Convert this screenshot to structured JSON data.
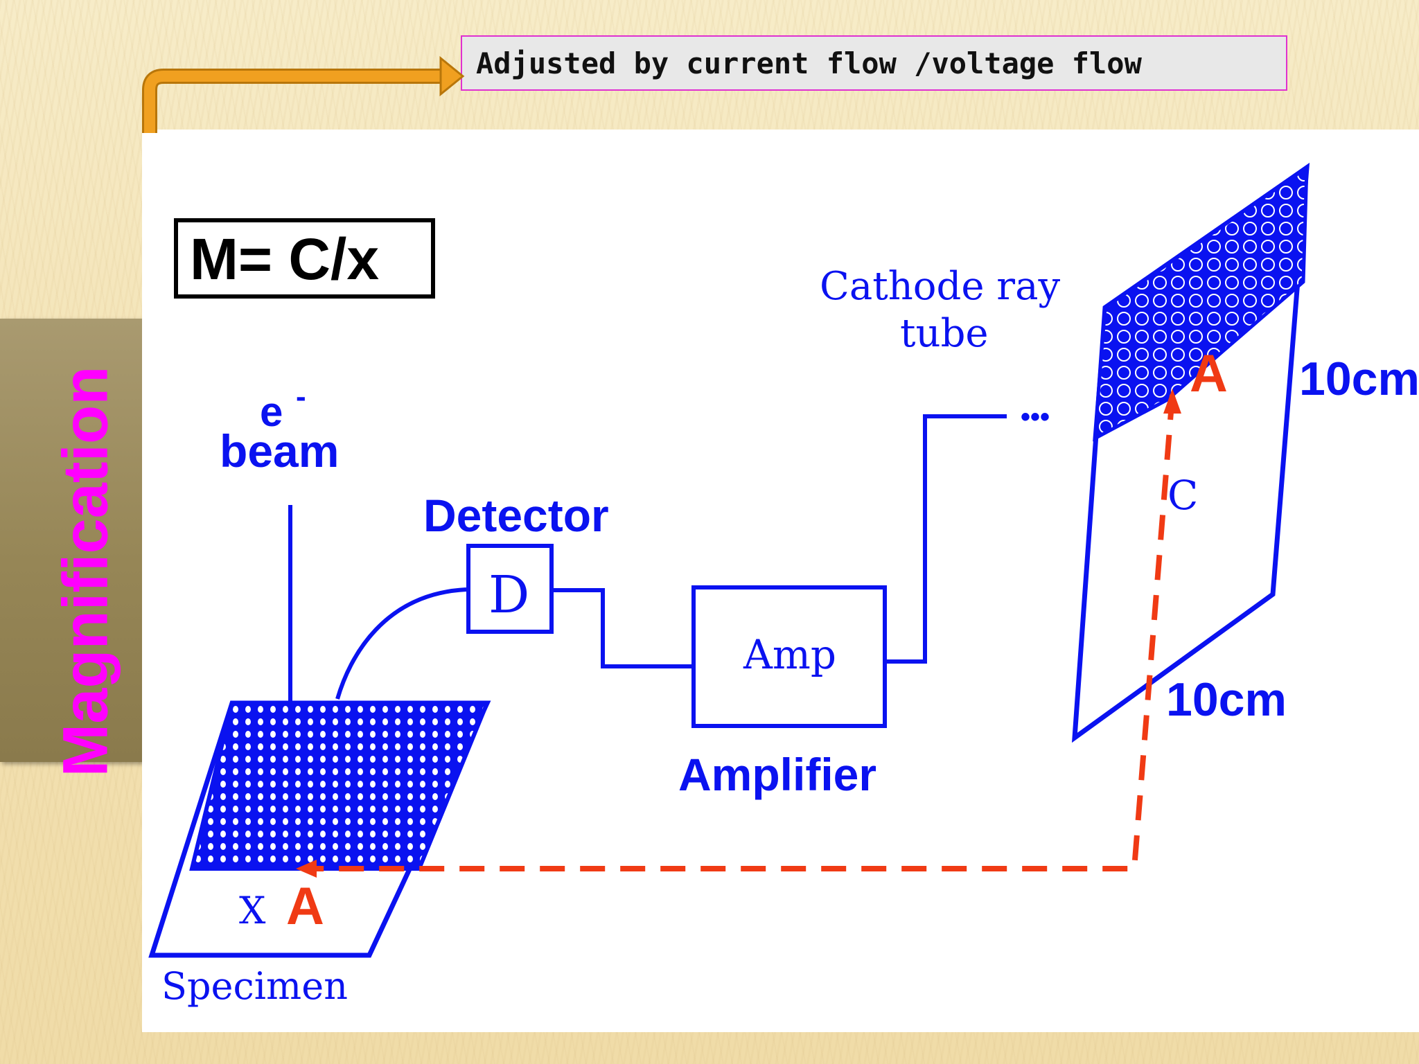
{
  "callout": {
    "text": "Adjusted by current flow /voltage flow"
  },
  "side_title": "Magnification",
  "formula": "M= C/x",
  "labels": {
    "e_beam_e": "e",
    "e_beam_sup": "-",
    "e_beam_word": "beam",
    "detector_title": "Detector",
    "detector_letter": "D",
    "amp_box": "Amp",
    "amplifier": "Amplifier",
    "crt_line1": "Cathode ray",
    "crt_line2": "tube",
    "point_a_screen": "A",
    "point_a_specimen": "A",
    "distance_c": "C",
    "distance_x": "X",
    "dim_vertical": "10cm",
    "dim_horizontal": "10cm",
    "specimen": "Specimen",
    "dots": "•••"
  },
  "colors": {
    "diagram_blue": "#0a12f0",
    "trace_red": "#f03a14",
    "magenta": "#ff00ff",
    "arrow_orange": "#f0a020"
  }
}
